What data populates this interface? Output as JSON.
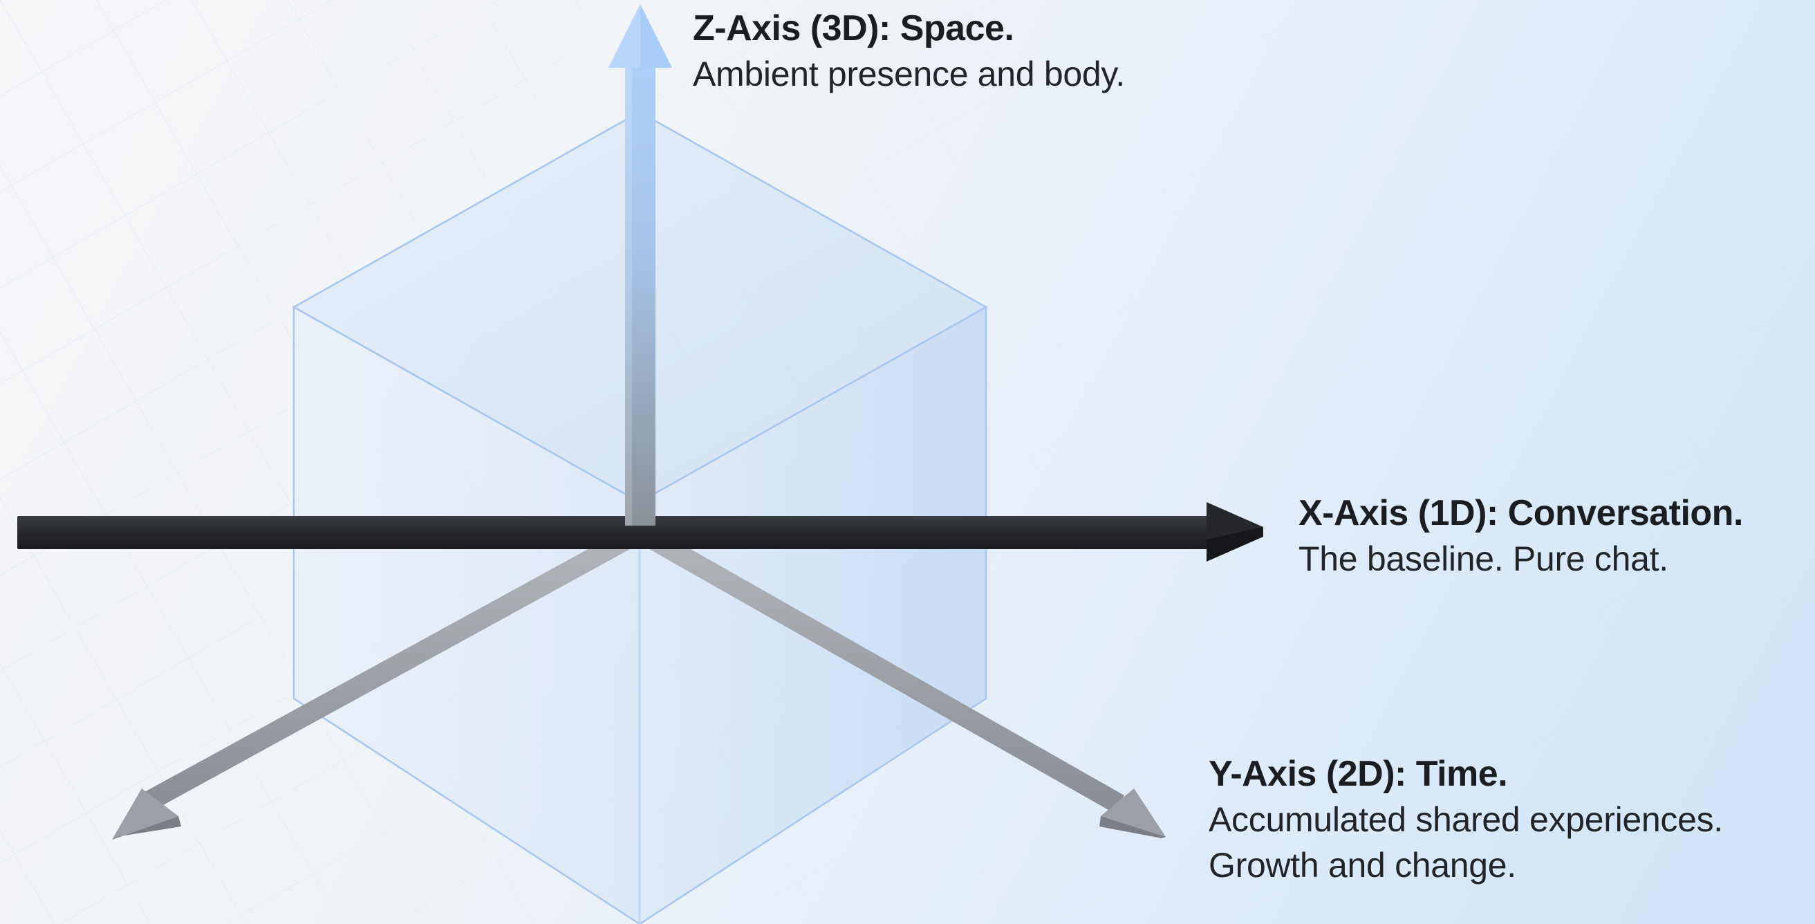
{
  "axes": {
    "z": {
      "title": "Z-Axis (3D): Space.",
      "description": "Ambient presence and body."
    },
    "x": {
      "title": "X-Axis (1D): Conversation.",
      "description": "The baseline. Pure chat."
    },
    "y": {
      "title": "Y-Axis (2D): Time.",
      "description_line1": "Accumulated shared experiences.",
      "description_line2": "Growth and change."
    }
  },
  "colors": {
    "x_axis": "#25272b",
    "z_axis_top": "#a9cdf7",
    "z_axis_bottom": "#8e949b",
    "y_axis": "#9a9ea4",
    "cube_edge": "#a8c8f0",
    "cube_fill": "#d7e6f8"
  }
}
